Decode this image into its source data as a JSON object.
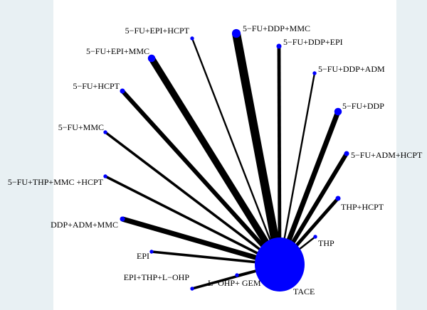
{
  "diagram": {
    "type": "network",
    "center": {
      "label": "TACE",
      "node_weight": 10
    },
    "node_color": "#0000ff",
    "edge_color": "#000000",
    "nodes": [
      {
        "label": "5−FU+EPI+HCPT",
        "node_weight": 1,
        "edge_weight": 1
      },
      {
        "label": "5−FU+DDP+MMC",
        "node_weight": 3,
        "edge_weight": 5
      },
      {
        "label": "5−FU+DDP+EPI",
        "node_weight": 1.5,
        "edge_weight": 2
      },
      {
        "label": "5−FU+DDP+ADM",
        "node_weight": 1,
        "edge_weight": 1
      },
      {
        "label": "5−FU+DDP",
        "node_weight": 2.5,
        "edge_weight": 3
      },
      {
        "label": "5−FU+ADM+HCPT",
        "node_weight": 1.5,
        "edge_weight": 2.5
      },
      {
        "label": "THP+HCPT",
        "node_weight": 1.5,
        "edge_weight": 2
      },
      {
        "label": "THP",
        "node_weight": 1,
        "edge_weight": 1
      },
      {
        "label": "L−OHP+ GEM",
        "node_weight": 1,
        "edge_weight": 1
      },
      {
        "label": "EPI+THP+L−OHP",
        "node_weight": 1,
        "edge_weight": 1.5
      },
      {
        "label": "EPI",
        "node_weight": 1,
        "edge_weight": 1.5
      },
      {
        "label": "DDP+ADM+MMC",
        "node_weight": 1.5,
        "edge_weight": 3
      },
      {
        "label": "5−FU+THP+MMC +HCPT",
        "node_weight": 1,
        "edge_weight": 1.5
      },
      {
        "label": "5−FU+MMC",
        "node_weight": 1,
        "edge_weight": 1.5
      },
      {
        "label": "5−FU+HCPT",
        "node_weight": 1.5,
        "edge_weight": 2.5
      },
      {
        "label": "5−FU+EPI+MMC",
        "node_weight": 2.5,
        "edge_weight": 4
      }
    ]
  }
}
